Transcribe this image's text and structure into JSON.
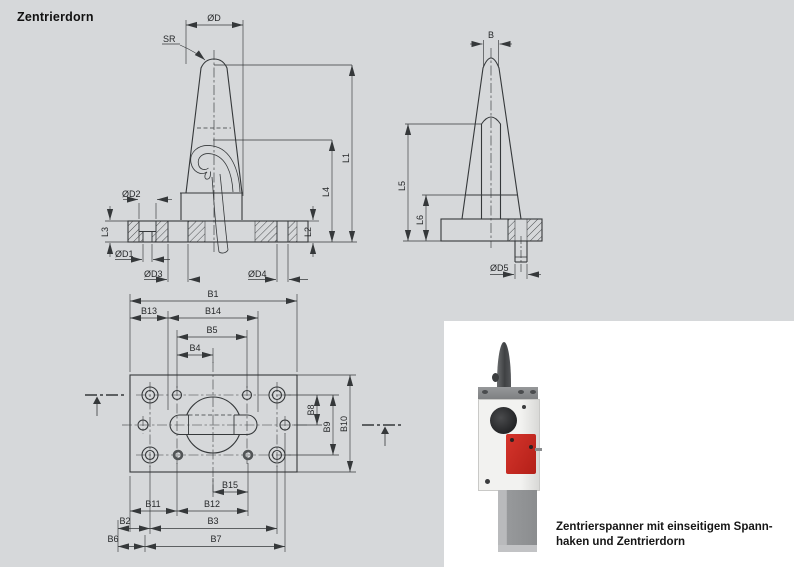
{
  "page": {
    "title": "Zentrierdorn"
  },
  "colors": {
    "background": "#d6d8da",
    "line": "#35383a",
    "inset_background": "#ffffff",
    "switch_red": "#c5271f"
  },
  "front_view": {
    "labels": {
      "od": "ØD",
      "sr": "SR",
      "l1": "L1",
      "l2": "L2",
      "l3": "L3",
      "l4": "L4",
      "od1": "ØD1",
      "od2": "ØD2",
      "od3": "ØD3",
      "od4": "ØD4"
    }
  },
  "side_view": {
    "labels": {
      "b": "B",
      "l5": "L5",
      "l6": "L6",
      "od5": "ØD5"
    }
  },
  "plan_view": {
    "labels": {
      "b1": "B1",
      "b2": "B2",
      "b3": "B3",
      "b4": "B4",
      "b5": "B5",
      "b6": "B6",
      "b7": "B7",
      "b8": "B8",
      "b9": "B9",
      "b10": "B10",
      "b11": "B11",
      "b12": "B12",
      "b13": "B13",
      "b14": "B14",
      "b15": "B15"
    }
  },
  "inset": {
    "caption_line1": "Zentrierspanner mit einseitigem Spann-",
    "caption_line2": "haken und Zentrierdorn"
  }
}
